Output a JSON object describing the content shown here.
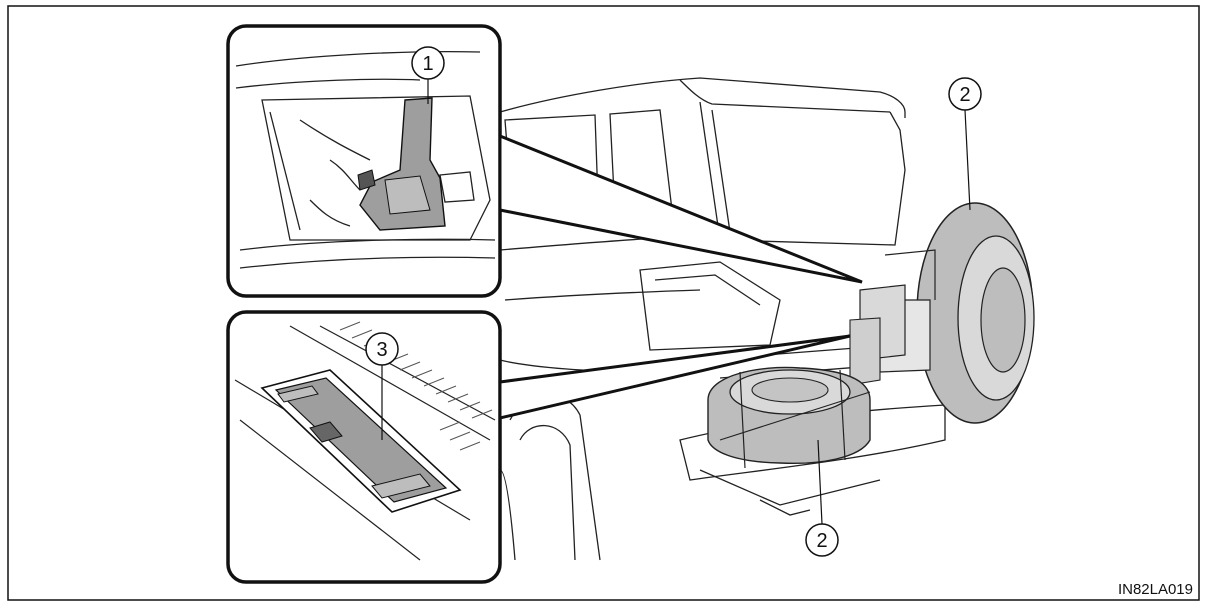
{
  "figure": {
    "callouts": {
      "c1": "1",
      "c2_top": "2",
      "c2_bottom": "2",
      "c3": "3"
    },
    "figure_code": "IN82LA019"
  },
  "colors": {
    "line": "#111111",
    "fill_light": "#d9d9d9",
    "fill_mid": "#bdbdbd",
    "fill_dark": "#9e9e9e",
    "background": "#ffffff"
  }
}
